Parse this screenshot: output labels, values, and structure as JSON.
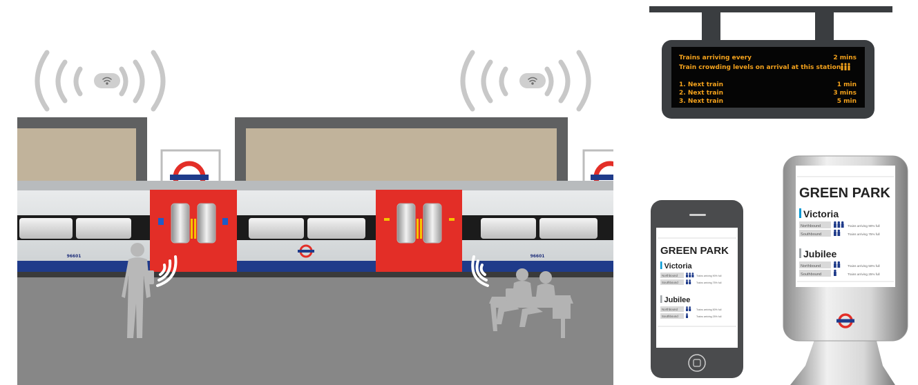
{
  "board": {
    "row1_label": "Trains arriving every",
    "row1_value": "2 mins",
    "row2_label": "Train crowding levels on arrival at this station",
    "next": [
      {
        "label": "1. Next train",
        "value": "1 min"
      },
      {
        "label": "2. Next train",
        "value": "3 mins"
      },
      {
        "label": "3. Next train",
        "value": "5 min"
      }
    ]
  },
  "train": {
    "car_ids": [
      "96601",
      "96601"
    ]
  },
  "station_info": {
    "station": "GREEN PARK",
    "lines": [
      {
        "name": "Victoria",
        "color": "#0098d4",
        "rows": [
          {
            "direction": "Northbound",
            "desc": "Trains arriving 90% full",
            "people": 3
          },
          {
            "direction": "Southbound",
            "desc": "Trains arriving 75% full",
            "people": 2
          }
        ]
      },
      {
        "name": "Jubilee",
        "color": "#a0a5a9",
        "rows": [
          {
            "direction": "Northbound",
            "desc": "Trains arriving 50% full",
            "people": 2
          },
          {
            "direction": "Southbound",
            "desc": "Trains arriving 25% full",
            "people": 1
          }
        ]
      }
    ]
  },
  "colors": {
    "door_red": "#e32e27",
    "tfl_blue": "#1f3b8a",
    "board_amber": "#f4a21c",
    "platform_grey": "#878787",
    "wall_beige": "#c1b39b"
  }
}
